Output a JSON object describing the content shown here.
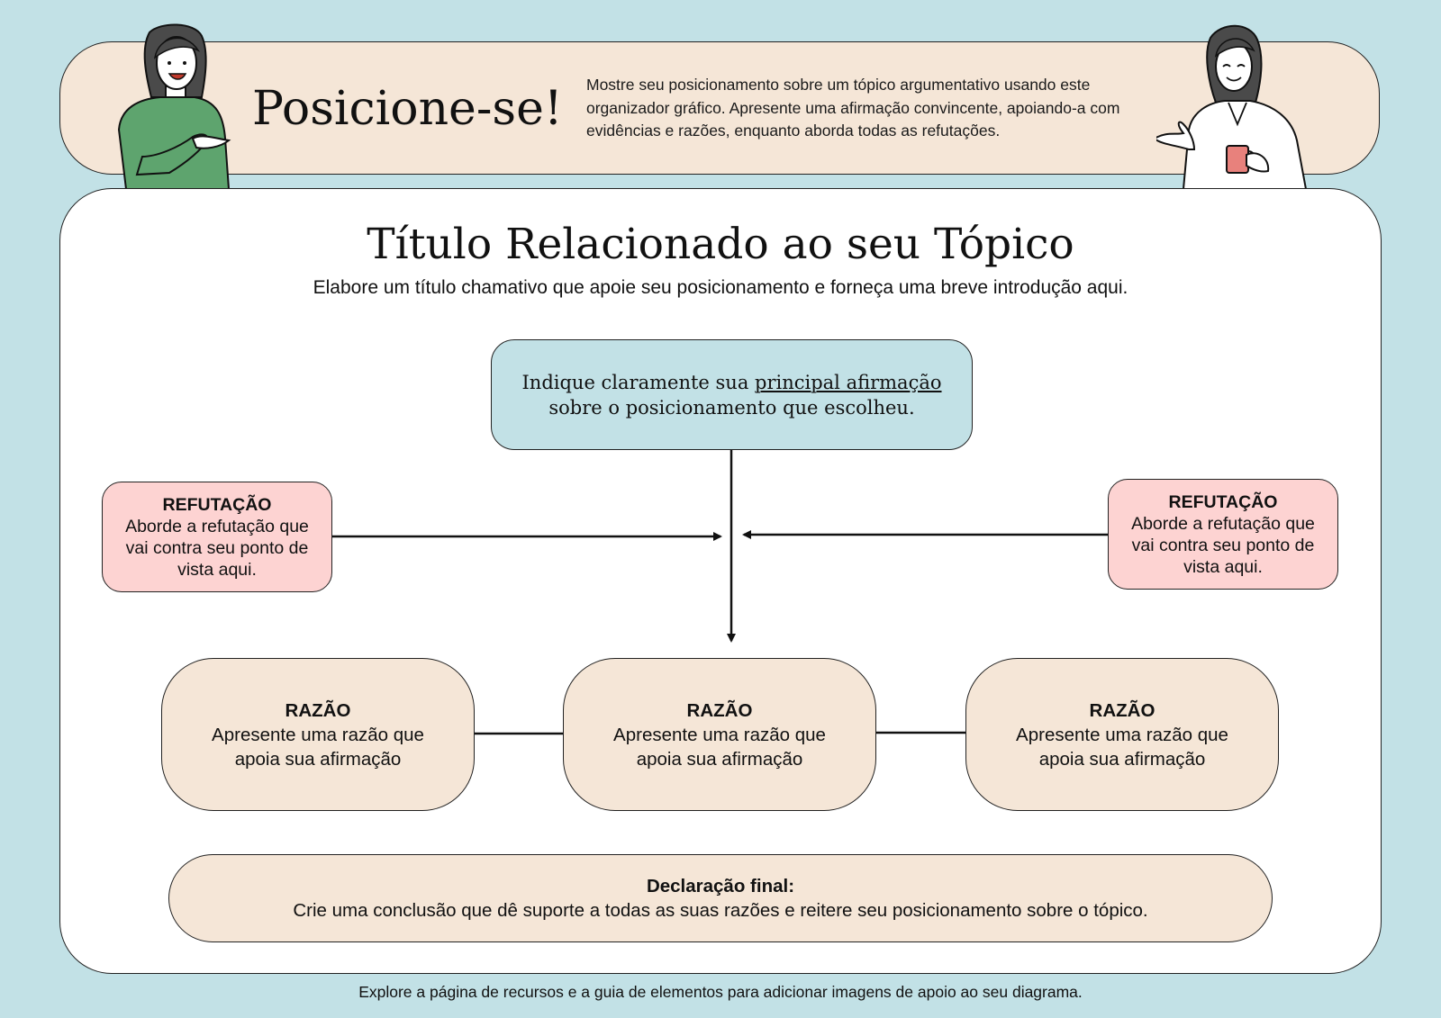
{
  "header": {
    "title": "Posicione-se!",
    "description": "Mostre seu posicionamento sobre um tópico argumentativo usando este organizador gráfico. Apresente uma afirmação convincente, apoiando-a com evidências e razões, enquanto aborda todas as refutações."
  },
  "main": {
    "title": "Título Relacionado ao seu Tópico",
    "subtitle": "Elabore um título chamativo que apoie seu posicionamento e forneça uma breve introdução aqui."
  },
  "claim": {
    "part1": "Indique claramente sua ",
    "underlined": "principal afirmação",
    "part2": "sobre o posicionamento que escolheu."
  },
  "refutations": [
    {
      "label": "REFUTAÇÃO",
      "text": "Aborde a refutação que vai contra seu ponto de vista aqui."
    },
    {
      "label": "REFUTAÇÃO",
      "text": "Aborde a refutação que vai contra seu ponto de vista aqui."
    }
  ],
  "reasons": [
    {
      "label": "RAZÃO",
      "text": "Apresente uma razão que apoia sua afirmação"
    },
    {
      "label": "RAZÃO",
      "text": "Apresente uma razão que apoia sua afirmação"
    },
    {
      "label": "RAZÃO",
      "text": "Apresente uma razão que apoia sua afirmação"
    }
  ],
  "final": {
    "label": "Declaração final:",
    "text": "Crie uma conclusão que dê suporte a todas as suas razões e reitere seu posicionamento sobre o tópico."
  },
  "footer": "Explore a página de recursos e a guia de elementos para adicionar imagens de apoio ao seu diagrama.",
  "colors": {
    "background": "#c2e1e6",
    "cream": "#f5e6d7",
    "claim_blue": "#c2e1e6",
    "refutation_pink": "#fdd3d2",
    "shirt_green": "#5ea46e",
    "mug_red": "#e8817c"
  }
}
